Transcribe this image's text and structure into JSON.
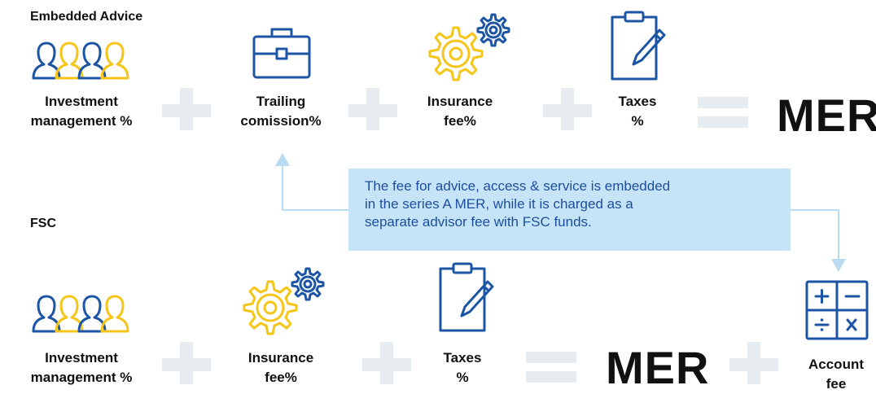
{
  "embedded": {
    "title": "Embedded Advice",
    "investment": [
      "Investment",
      "management %"
    ],
    "trailing": [
      "Trailing",
      "comission%"
    ],
    "insurance": [
      "Insurance",
      "fee%"
    ],
    "taxes": [
      "Taxes",
      "%"
    ],
    "result": "MER"
  },
  "fsc": {
    "title": "FSC",
    "investment": [
      "Investment",
      "management %"
    ],
    "insurance": [
      "Insurance",
      "fee%"
    ],
    "taxes": [
      "Taxes",
      "%"
    ],
    "result": "MER",
    "account": [
      "Account",
      "fee"
    ]
  },
  "callout": {
    "lines": [
      "The fee for advice, access & service is embedded",
      "in the series A MER, while it is charged as a",
      "separate advisor fee with FSC funds."
    ]
  },
  "icons": {
    "people": "people-group-icon",
    "briefcase": "briefcase-icon",
    "gears": "gears-icon",
    "clipboard": "clipboard-pen-icon",
    "calculator": "calculator-icon"
  },
  "colors": {
    "blue": "#1d55a5",
    "yellow": "#f5c518",
    "light_blue": "#b9dcf2",
    "operator_gray": "#e6ecf0"
  }
}
